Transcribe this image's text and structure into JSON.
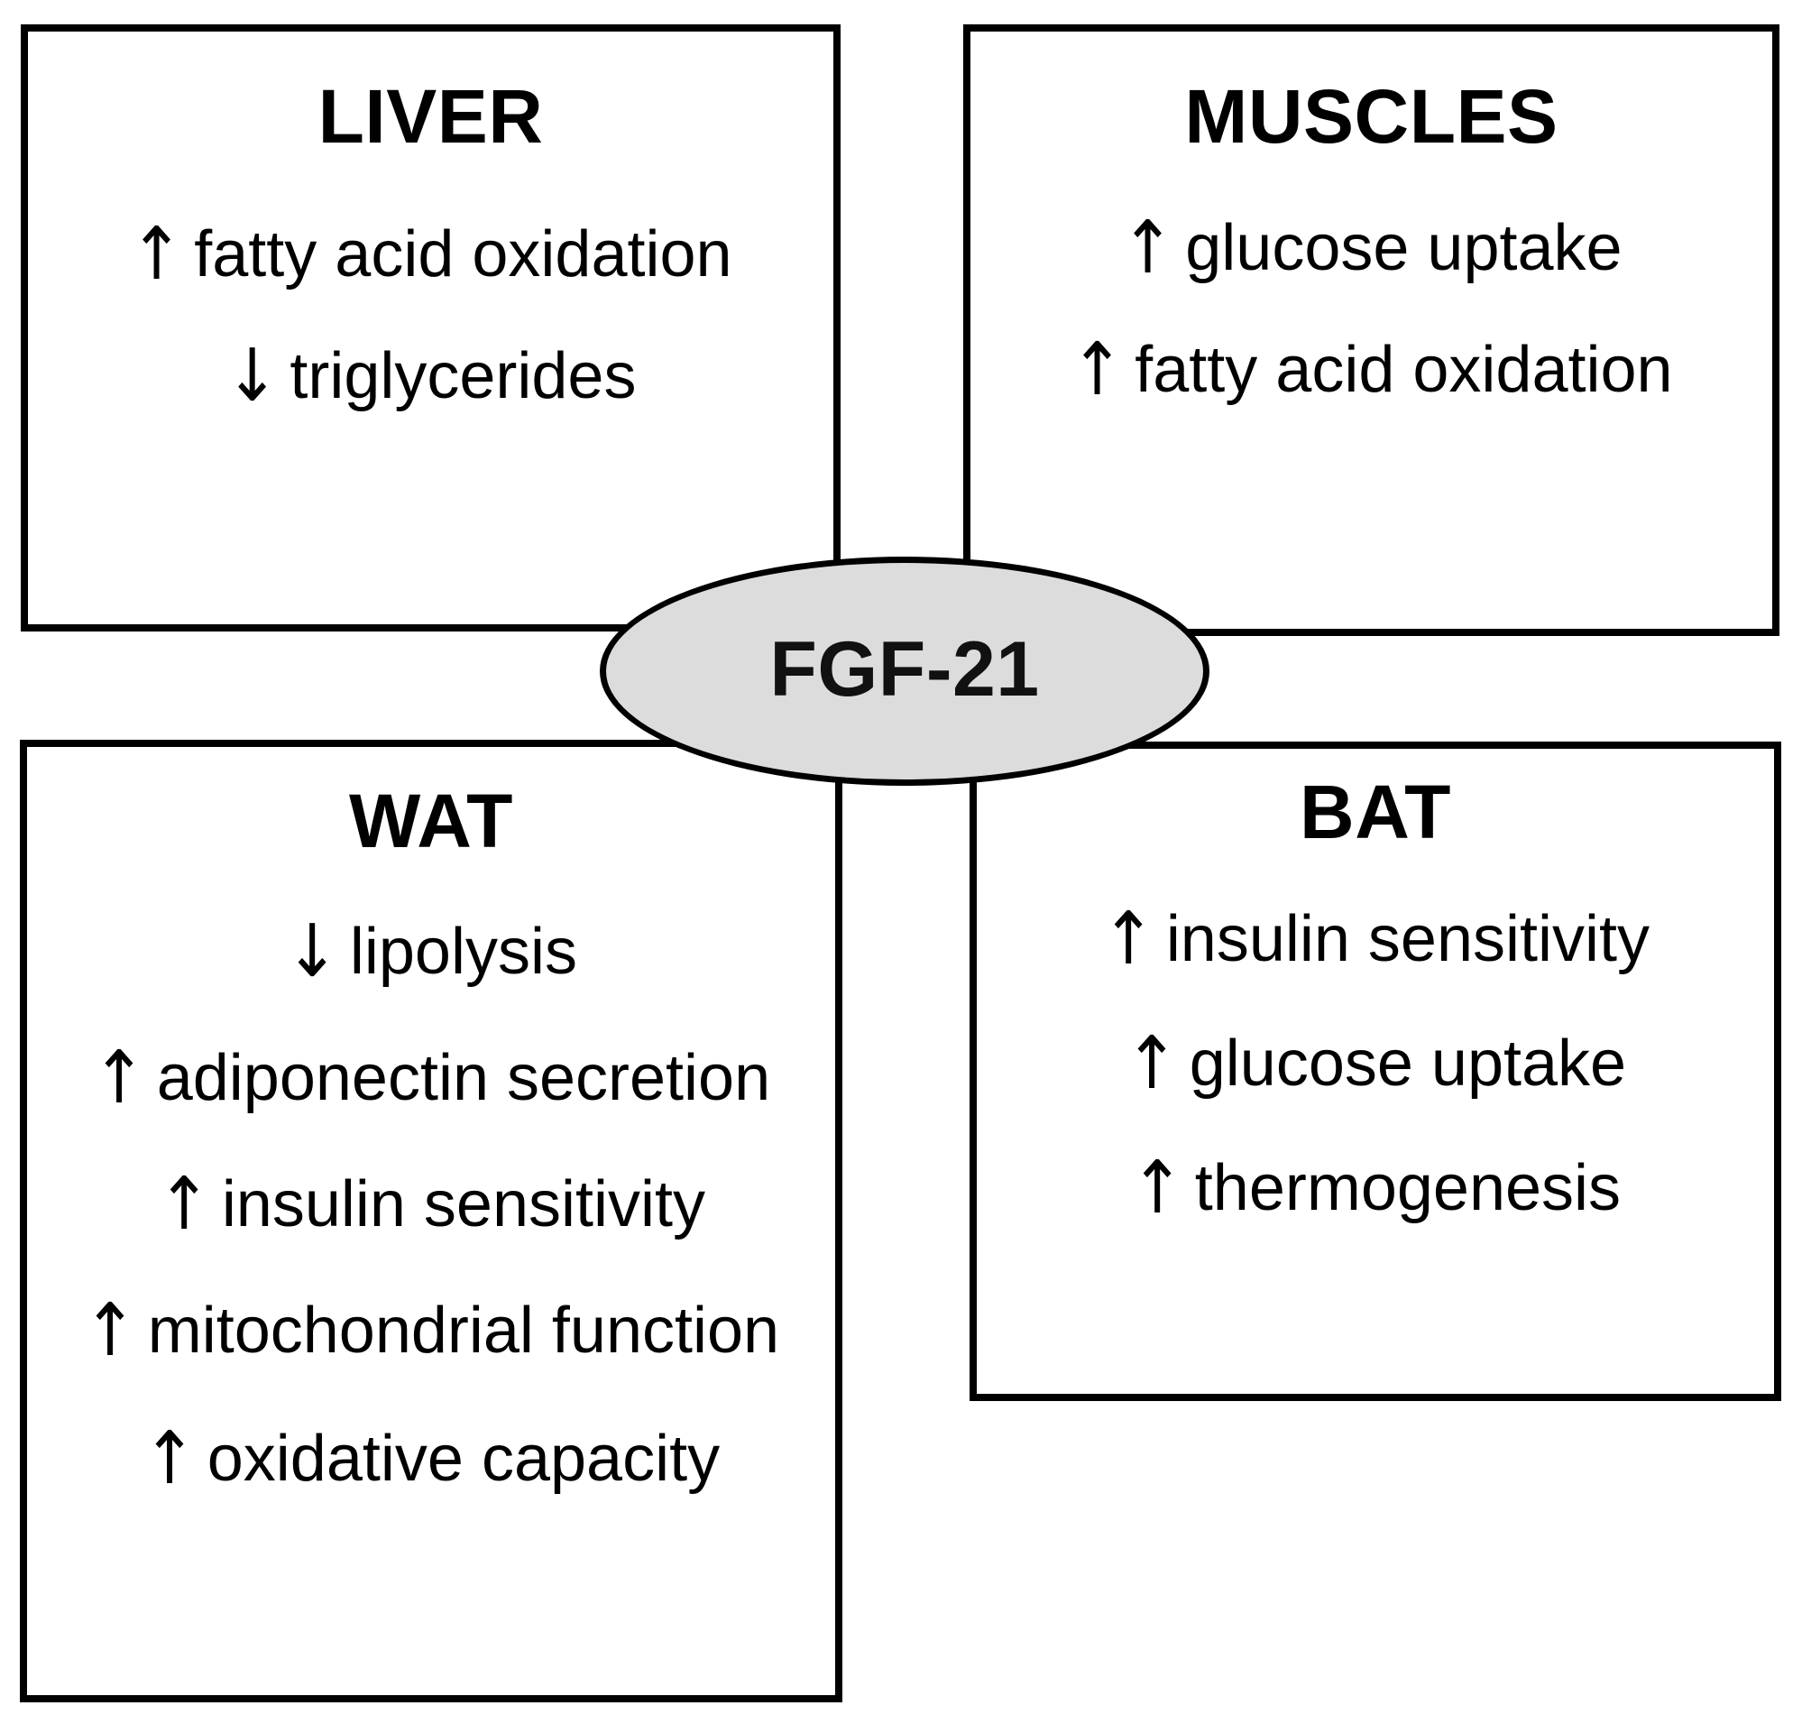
{
  "figure": {
    "type": "hub-and-spoke concept diagram",
    "center_node": {
      "label": "FGF-21",
      "shape": "ellipse",
      "fill_color": "#DCDCDC",
      "border_color": "#000000"
    },
    "boxes": [
      {
        "id": "liver",
        "title": "LIVER",
        "position": "top-left",
        "effects": [
          {
            "arrow": "↑",
            "direction": "up",
            "text": "fatty acid oxidation"
          },
          {
            "arrow": "↓",
            "direction": "down",
            "text": "triglycerides"
          }
        ]
      },
      {
        "id": "muscles",
        "title": "MUSCLES",
        "position": "top-right",
        "effects": [
          {
            "arrow": "↑",
            "direction": "up",
            "text": "glucose uptake"
          },
          {
            "arrow": "↑",
            "direction": "up",
            "text": "fatty acid oxidation"
          }
        ]
      },
      {
        "id": "wat",
        "title": "WAT",
        "position": "bottom-left",
        "effects": [
          {
            "arrow": "↓",
            "direction": "down",
            "text": "lipolysis"
          },
          {
            "arrow": "↑",
            "direction": "up",
            "text": "adiponectin secretion"
          },
          {
            "arrow": "↑",
            "direction": "up",
            "text": "insulin sensitivity"
          },
          {
            "arrow": "↑",
            "direction": "up",
            "text": "mitochondrial function"
          },
          {
            "arrow": "↑",
            "direction": "up",
            "text": "oxidative capacity"
          }
        ]
      },
      {
        "id": "bat",
        "title": "BAT",
        "position": "bottom-right",
        "effects": [
          {
            "arrow": "↑",
            "direction": "up",
            "text": "insulin sensitivity"
          },
          {
            "arrow": "↑",
            "direction": "up",
            "text": "glucose uptake"
          },
          {
            "arrow": "↑",
            "direction": "up",
            "text": "thermogenesis"
          }
        ]
      }
    ]
  }
}
